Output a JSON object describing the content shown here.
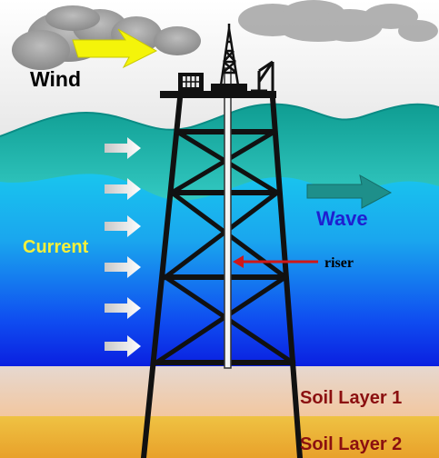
{
  "labels": {
    "wind": "Wind",
    "wave": "Wave",
    "current": "Current",
    "riser": "riser",
    "soil_layer_1": "Soil Layer 1",
    "soil_layer_2": "Soil Layer 2"
  },
  "colors": {
    "wind_text": "#000000",
    "wave_text": "#1f1fd0",
    "current_text": "#f5f03a",
    "riser_text": "#000000",
    "soil_text": "#8b1010",
    "wind_arrow": "#f4f40a",
    "wave_arrow": "#1e8f8a",
    "riser_arrow": "#d01818",
    "structure": "#111111"
  }
}
